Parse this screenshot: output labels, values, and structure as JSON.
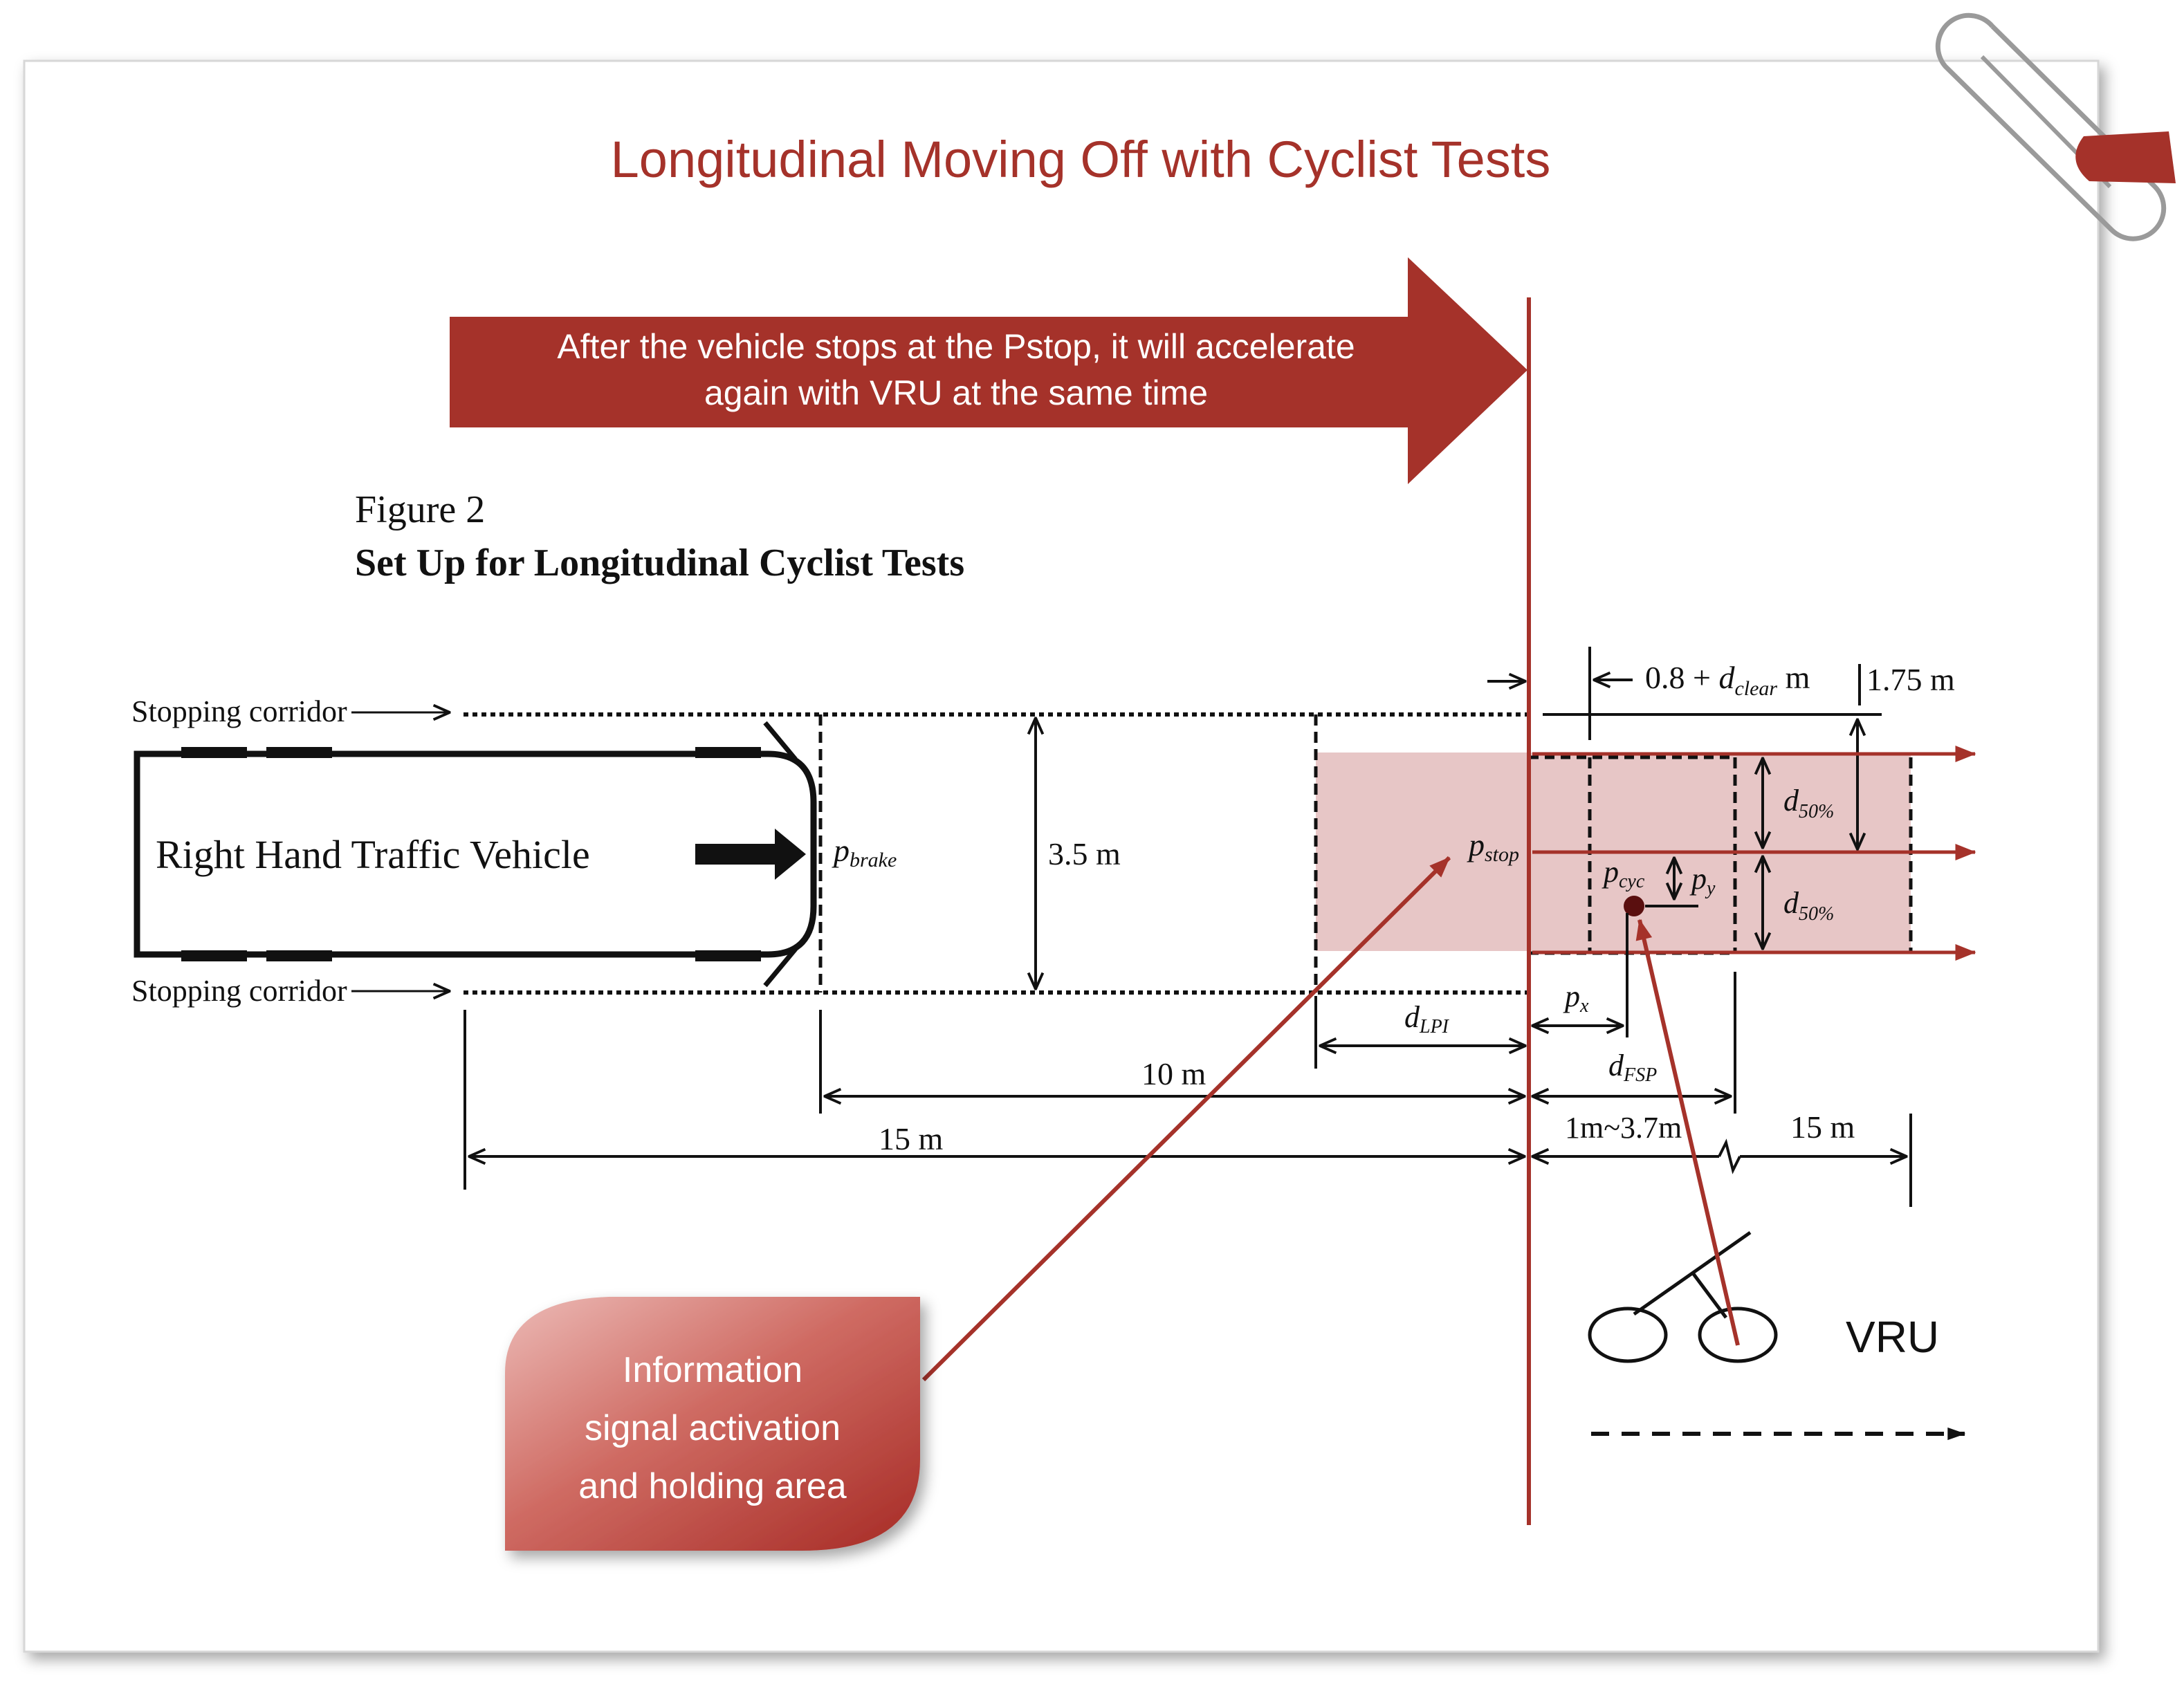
{
  "slide": {
    "title": "Longitudinal Moving Off with Cyclist Tests",
    "banner": {
      "line1": "After the vehicle stops at the Pstop, it will accelerate",
      "line2": "again with VRU at the same time"
    },
    "callout": {
      "line1": "Information",
      "line2": "signal activation",
      "line3": "and holding area"
    },
    "vru_label": "VRU"
  },
  "figure": {
    "caption_number": "Figure 2",
    "caption_title": "Set Up for Longitudinal Cyclist Tests",
    "vehicle_label": "Right Hand Traffic Vehicle",
    "corridor_top_label": "Stopping corridor",
    "corridor_bottom_label": "Stopping corridor",
    "p_brake": {
      "base": "p",
      "sub": "brake"
    },
    "p_stop": {
      "base": "p",
      "sub": "stop"
    },
    "p_cyc": {
      "base": "p",
      "sub": "cyc"
    },
    "p_y": {
      "base": "p",
      "sub": "y"
    },
    "p_x": {
      "base": "p",
      "sub": "x"
    },
    "d_lpi": {
      "base": "d",
      "sub": "LPI"
    },
    "d_fsp": {
      "base": "d",
      "sub": "FSP"
    },
    "d50_top": {
      "base": "d",
      "sub": "50%"
    },
    "d50_bottom": {
      "base": "d",
      "sub": "50%"
    },
    "dim_clear": {
      "prefix": "0.8 + ",
      "base": "d",
      "sub": "clear",
      "suffix": " m"
    },
    "dim_lane_width": "1.75 m",
    "dim_corridor_width": "3.5 m",
    "dim_10m": "10 m",
    "dim_15m_left": "15 m",
    "dim_range": "1m~3.7m",
    "dim_15m_right": "15 m"
  },
  "colors": {
    "accent": "#a5322a",
    "highlight_fill": "#e7c6c6",
    "callout_light": "#e9b4b0",
    "callout_dark": "#a62a24",
    "line": "#111111"
  }
}
